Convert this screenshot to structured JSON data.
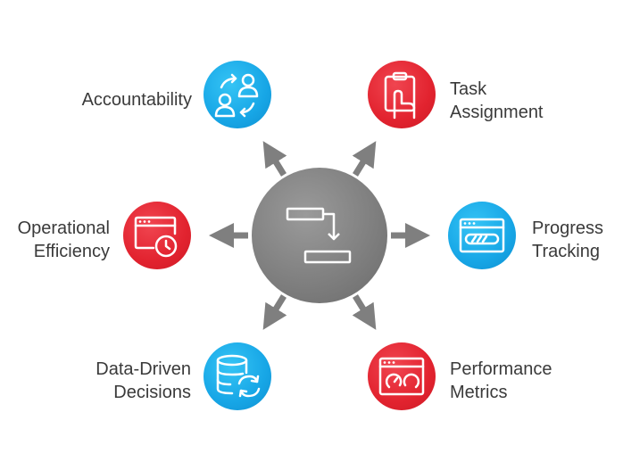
{
  "diagram": {
    "hub": {
      "icon": "flow-chart-icon"
    },
    "nodes": [
      {
        "id": "accountability",
        "label_lines": [
          "Accountability"
        ],
        "icon": "people-exchange-icon",
        "color": "#1aa9e8"
      },
      {
        "id": "task-assignment",
        "label_lines": [
          "Task",
          "Assignment"
        ],
        "icon": "clipboard-tap-icon",
        "color": "#e2232f"
      },
      {
        "id": "operational-efficiency",
        "label_lines": [
          "Operational",
          "Efficiency"
        ],
        "icon": "browser-clock-icon",
        "color": "#e2232f"
      },
      {
        "id": "progress-tracking",
        "label_lines": [
          "Progress",
          "Tracking"
        ],
        "icon": "browser-progress-icon",
        "color": "#1aa9e8"
      },
      {
        "id": "data-driven-decisions",
        "label_lines": [
          "Data-Driven",
          "Decisions"
        ],
        "icon": "database-sync-icon",
        "color": "#1aa9e8"
      },
      {
        "id": "performance-metrics",
        "label_lines": [
          "Performance",
          "Metrics"
        ],
        "icon": "browser-gauge-icon",
        "color": "#e2232f"
      }
    ],
    "arrow_color": "#7f7f7f"
  }
}
